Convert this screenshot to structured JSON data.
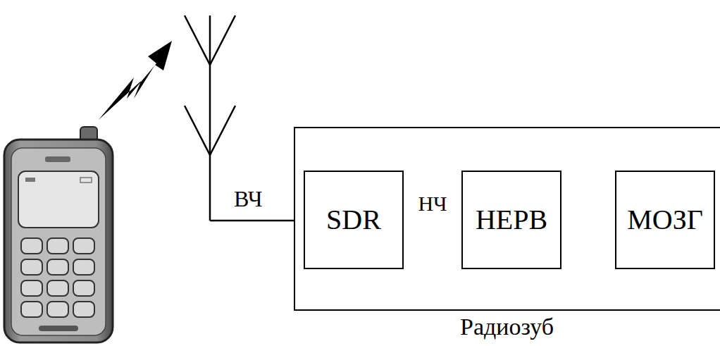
{
  "diagram": {
    "nodes": [
      {
        "text": [
          "Радиозуб"
        ]
      },
      {
        "text": [
          "SDR"
        ],
        "in": 0
      },
      {
        "text": [
          "НЕРВ"
        ],
        "in": 0
      },
      {
        "text": [
          "МОЗГ"
        ],
        "in": 0
      }
    ],
    "edges": [
      {
        "from": 1,
        "to": 2,
        "label": "НЧ",
        "arrow": "to"
      },
      {
        "from": 2,
        "to": 3,
        "arrow": "to"
      }
    ],
    "labels": [
      "ВЧ"
    ]
  }
}
